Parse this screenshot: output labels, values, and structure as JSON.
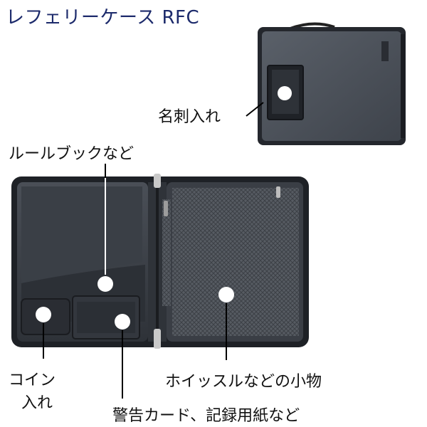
{
  "title": "レフェリーケース RFC",
  "labels": {
    "card_holder": "名刺入れ",
    "rulebook": "ルールブックなど",
    "coin_line1": "コイン",
    "coin_line2": "入れ",
    "whistle": "ホイッスルなどの小物",
    "cards": "警告カード、記録用紙など"
  },
  "icons": {
    "closed_case": "closed-case-image",
    "open_case": "open-case-image",
    "marker": "white-circle-marker"
  },
  "colors": {
    "title": "#1c2a6b",
    "case_dark": "#2a2e36",
    "case_body": "#4a5059",
    "mesh": "#5a5f66",
    "marker": "#ffffff"
  }
}
